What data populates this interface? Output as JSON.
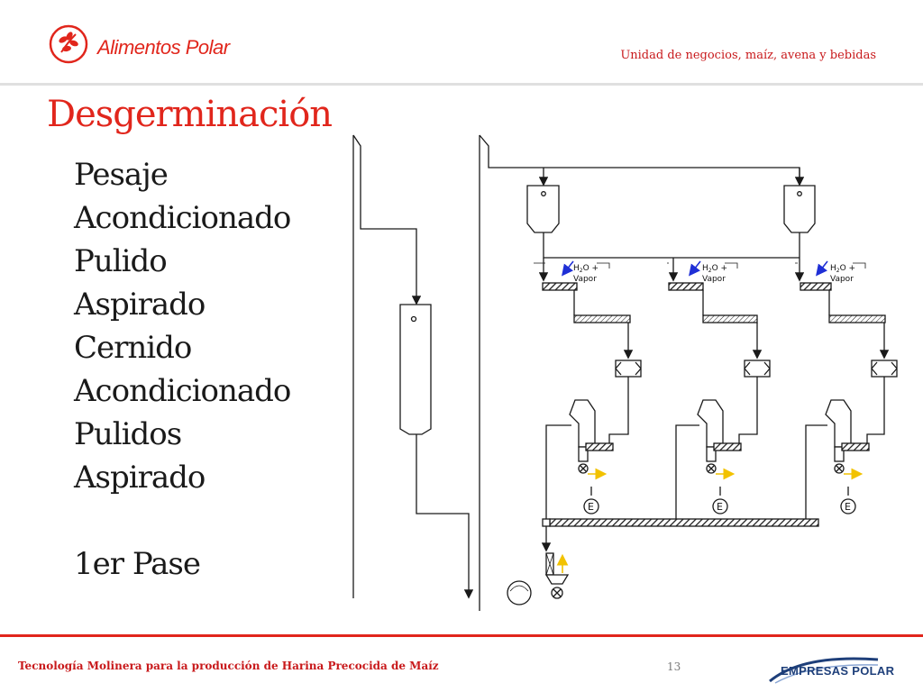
{
  "header": {
    "brand": "Alimentos Polar",
    "unit_title": "Unidad de negocios, maíz, avena y bebidas"
  },
  "title": "Desgerminación",
  "steps": [
    "Pesaje",
    "Acondicionado",
    "Pulido",
    "Aspirado",
    "Cernido",
    "Acondicionado",
    "Pulidos",
    "Aspirado",
    "",
    "1er Pase"
  ],
  "diagram": {
    "water_label": "H",
    "water_sub": "2",
    "water_rest": "O +",
    "vapor_label": "Vapor",
    "engine_label": "E",
    "colors": {
      "line": "#1a1a1a",
      "blue_arrow": "#1f2fd6",
      "yellow_arrow": "#f2c200"
    }
  },
  "footer": {
    "text": "Tecnología Molinera para la producción de Harina Precocida de Maíz",
    "page_number": "13",
    "corp_brand": "EMPRESAS POLAR"
  },
  "colors": {
    "brand_red": "#e1261c",
    "corp_blue": "#1e3f7a"
  }
}
